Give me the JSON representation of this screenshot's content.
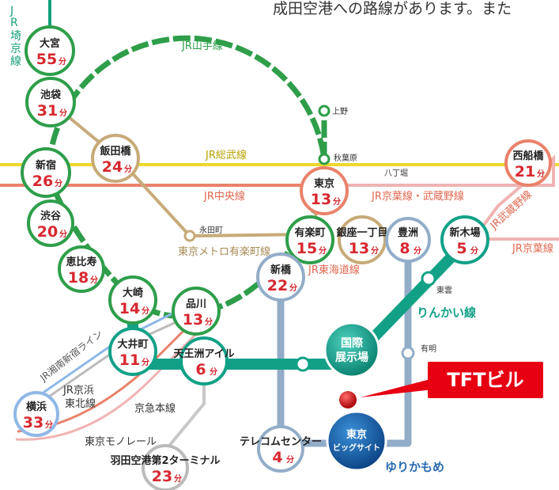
{
  "header_text": "成田空港への路線があります。また",
  "lines": {
    "yamanote": "JR山手線",
    "sobu": "JR総武線",
    "chuo": "JR中央線",
    "yurakucho": "東京メトロ有楽町線",
    "tokaido": "JR東海道線",
    "keiyo_musashino": "JR京葉線・武蔵野線",
    "rinkai": "りんかい線",
    "yurikamome": "ゆりかもめ",
    "keikyu": "京急本線",
    "monorail": "東京モノレール",
    "shonan_shinjuku": "JR湘南新宿ライン",
    "keihin_tohoku": "JR京浜\n東北線",
    "saikyo": "JR埼京線",
    "musashino": "JR武蔵野線",
    "keiyo": "JR京葉線"
  },
  "stations": [
    {
      "key": "omiya",
      "name": "大宮",
      "min": "55"
    },
    {
      "key": "ikebukuro",
      "name": "池袋",
      "min": "31"
    },
    {
      "key": "shinjuku",
      "name": "新宿",
      "min": "26"
    },
    {
      "key": "shibuya",
      "name": "渋谷",
      "min": "20"
    },
    {
      "key": "ebisu",
      "name": "恵比寿",
      "min": "18"
    },
    {
      "key": "osaki",
      "name": "大崎",
      "min": "14"
    },
    {
      "key": "oimachi",
      "name": "大井町",
      "min": "11"
    },
    {
      "key": "yokohama",
      "name": "横浜",
      "min": "33"
    },
    {
      "key": "iidabashi",
      "name": "飯田橋",
      "min": "24"
    },
    {
      "key": "tokyo",
      "name": "東京",
      "min": "13"
    },
    {
      "key": "yurakucho",
      "name": "有楽町",
      "min": "15"
    },
    {
      "key": "ginza1",
      "name": "銀座一丁目",
      "min": "13"
    },
    {
      "key": "toyosu",
      "name": "豊洲",
      "min": "8"
    },
    {
      "key": "shinkiba",
      "name": "新木場",
      "min": "5"
    },
    {
      "key": "nishifunabashi",
      "name": "西船橋",
      "min": "21"
    },
    {
      "key": "shimbashi",
      "name": "新橋",
      "min": "22"
    },
    {
      "key": "shinagawa",
      "name": "品川",
      "min": "13"
    },
    {
      "key": "tennozu",
      "name": "天王洲アイル",
      "min": "6"
    },
    {
      "key": "telecom",
      "name": "テレコムセンター",
      "min": "4"
    },
    {
      "key": "haneda",
      "name": "羽田空港第2ターミナル",
      "min": "23"
    }
  ],
  "unit": "分",
  "small_stations": {
    "ueno": "上野",
    "akihabara": "秋葉原",
    "hatchobori": "八丁堀",
    "nagatacho": "永田町",
    "shinonome": "東雲",
    "ariake": "有明"
  },
  "big_stations": {
    "kokusai_tenjijo": "国際\n展示場",
    "big_sight": "東京\nビッグサイト"
  },
  "callout": "TFTビル",
  "colors": {
    "yamanote": "#2e9e4a",
    "sobu": "#ecd82a",
    "chuo": "#e9826a",
    "yurakucho": "#c7aa78",
    "rinkai": "#12a187",
    "yurikamome": "#93adc8",
    "minutes": "#d7282f",
    "callout": "#e60012"
  }
}
